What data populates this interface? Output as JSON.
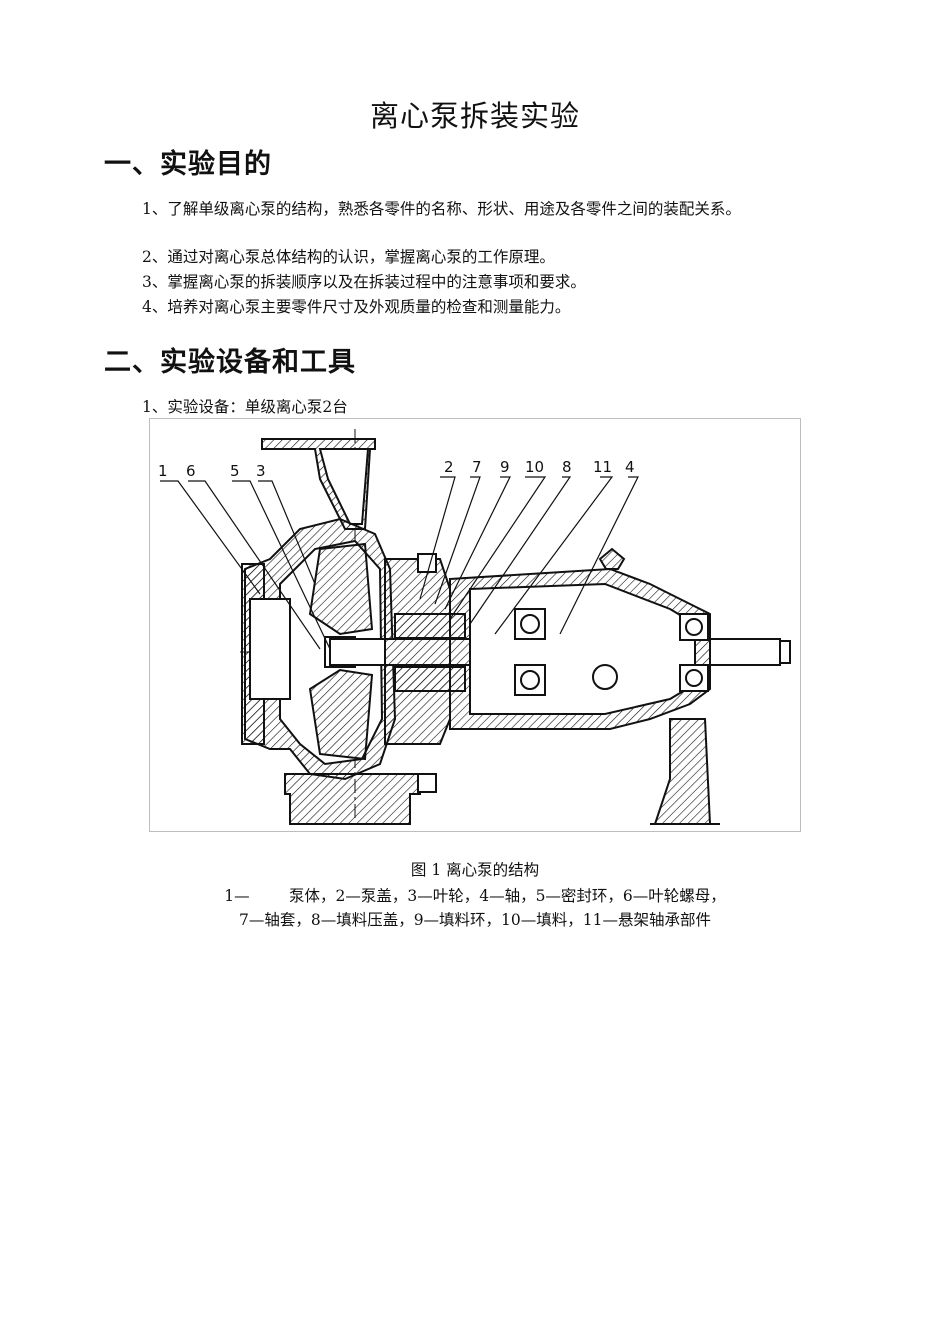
{
  "title": "离心泵拆装实验",
  "section1": {
    "heading": "一、实验目的",
    "items": [
      "1、了解单级离心泵的结构，熟悉各零件的名称、形状、用途及各零件之间的装配关系。",
      "2、通过对离心泵总体结构的认识，掌握离心泵的工作原理。",
      "3、掌握离心泵的拆装顺序以及在拆装过程中的注意事项和要求。",
      "4、培养对离心泵主要零件尺寸及外观质量的检查和测量能力。"
    ]
  },
  "section2": {
    "heading": "二、实验设备和工具",
    "item1": "1、实验设备：单级离心泵2台"
  },
  "figure": {
    "labels": [
      "1",
      "6",
      "5",
      "3",
      "2",
      "7",
      "9",
      "10",
      "8",
      "11",
      "4"
    ],
    "caption_title": "图 1  离心泵的结构",
    "caption_line1": "1—        泵体，2—泵盖，3—叶轮，4—轴，5—密封环，6—叶轮螺母，",
    "caption_line2": "7—轴套，8—填料压盖，9—填料环，10—填料，11—悬架轴承部件"
  }
}
